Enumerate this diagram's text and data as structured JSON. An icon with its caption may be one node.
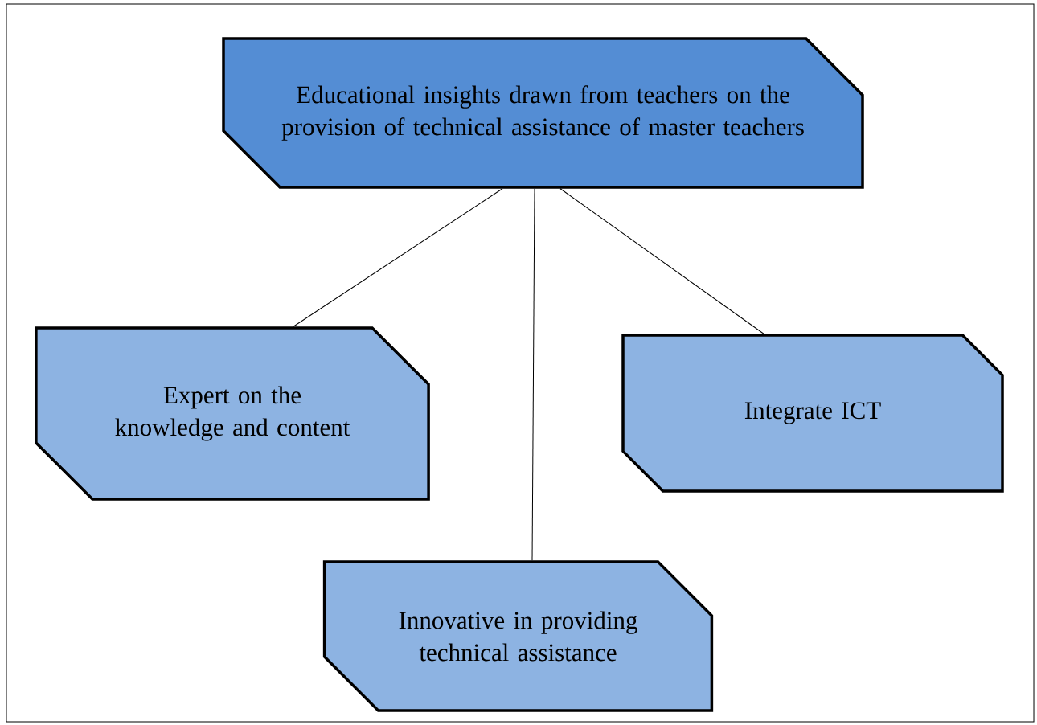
{
  "diagram": {
    "nodes": [
      {
        "text": [
          "Educational insights drawn from teachers on the provision of technical assistance of master teachers"
        ]
      },
      {
        "text": [
          "Expert on the knowledge and content"
        ]
      },
      {
        "text": [
          "Integrate ICT"
        ]
      },
      {
        "text": [
          "Innovative in providing technical assistance"
        ]
      }
    ],
    "edges": [
      {
        "from": 0,
        "to": 1,
        "arrow": "none"
      },
      {
        "from": 0,
        "to": 3,
        "arrow": "none"
      },
      {
        "from": 0,
        "to": 2,
        "arrow": "none"
      }
    ]
  }
}
